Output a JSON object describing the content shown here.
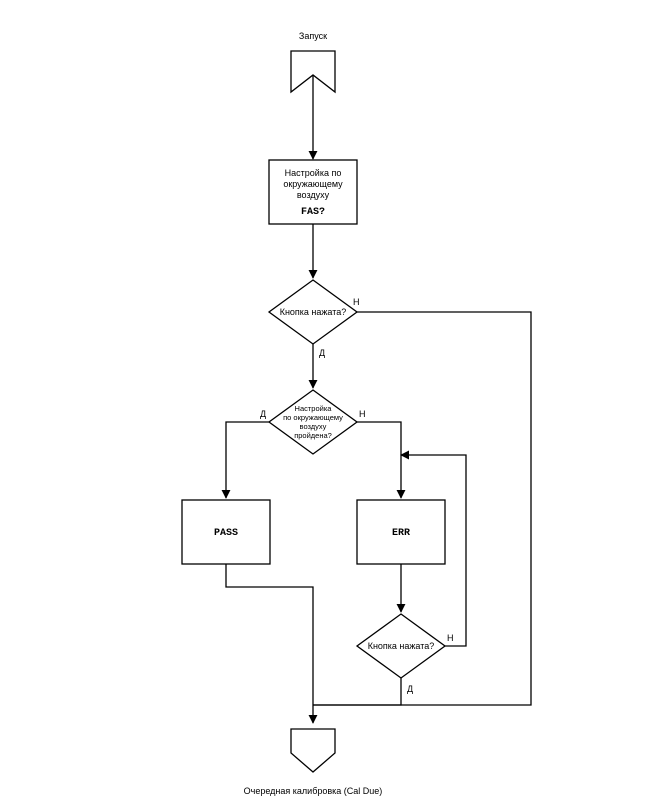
{
  "start": {
    "label": "Запуск"
  },
  "step_air": {
    "lines": [
      "Настройка по",
      "окружающему",
      "воздуху"
    ],
    "code": "FAS?"
  },
  "decision_button_1": {
    "label": "Кнопка нажата?",
    "yes": "Д",
    "no": "Н"
  },
  "decision_passed": {
    "lines": [
      "Настройка",
      "по окружающему",
      "воздуху",
      "пройдена?"
    ],
    "yes": "Д",
    "no": "Н"
  },
  "box_pass": {
    "code": "PASS"
  },
  "box_err": {
    "code": "ERR"
  },
  "decision_button_2": {
    "label": "Кнопка нажата?",
    "yes": "Д",
    "no": "Н"
  },
  "end": {
    "label": "Очередная калибровка (Cal Due)"
  }
}
